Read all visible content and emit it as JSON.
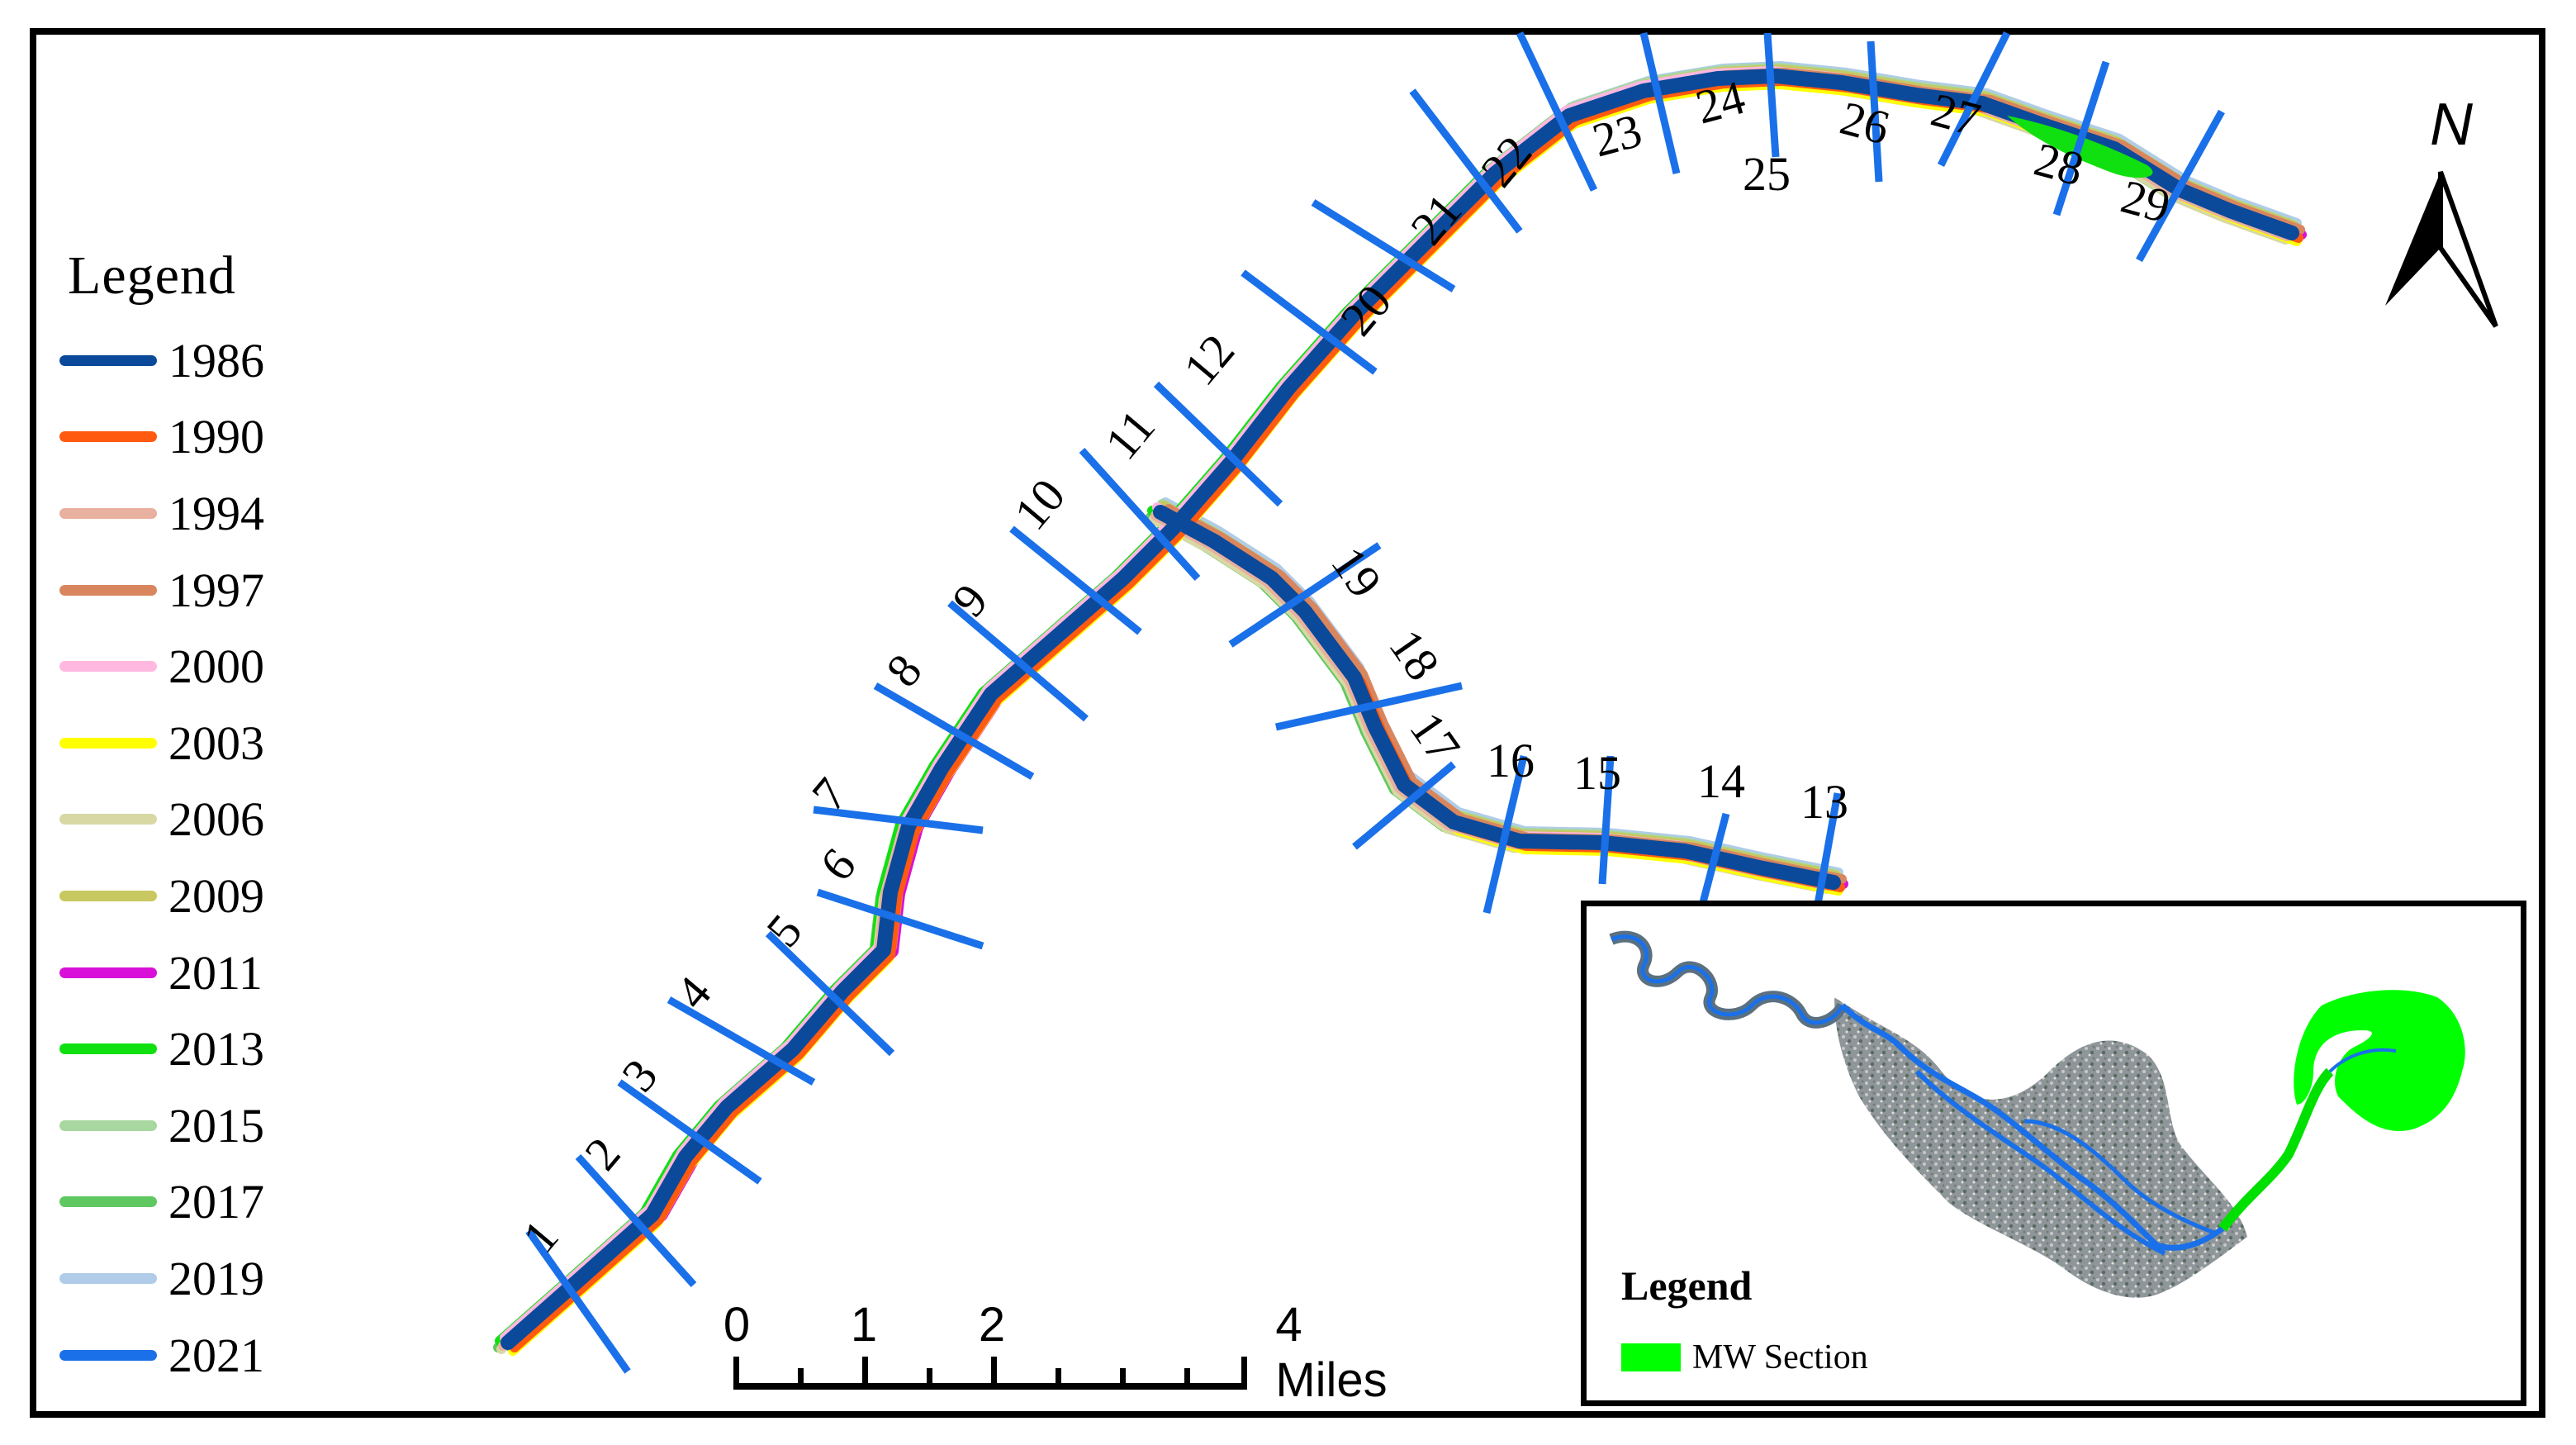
{
  "main_map": {
    "years": [
      "1986",
      "1990",
      "1994",
      "1997",
      "2000",
      "2003",
      "2006",
      "2009",
      "2011",
      "2013",
      "2015",
      "2017",
      "2019",
      "2021"
    ],
    "colors": {
      "1986": "#0b4a9a",
      "1990": "#ff5a10",
      "1994": "#e8b09e",
      "1997": "#d9865f",
      "2000": "#ffb8e0",
      "2003": "#ffff00",
      "2006": "#d8d8a4",
      "2009": "#c8c860",
      "2011": "#d810d8",
      "2013": "#10e010",
      "2015": "#a8d8a0",
      "2017": "#60c860",
      "2019": "#b0cce8",
      "2021": "#1a70e8"
    },
    "cross_sections": [
      "1",
      "2",
      "3",
      "4",
      "5",
      "6",
      "7",
      "8",
      "9",
      "10",
      "11",
      "12",
      "13",
      "14",
      "15",
      "16",
      "17",
      "18",
      "19",
      "20",
      "21",
      "22",
      "23",
      "24",
      "25",
      "26",
      "27",
      "28",
      "29"
    ]
  },
  "legend": {
    "title": "Legend",
    "items": [
      {
        "label": "1986",
        "color": "#0b4a9a"
      },
      {
        "label": "1990",
        "color": "#ff5a10"
      },
      {
        "label": "1994",
        "color": "#e8b09e"
      },
      {
        "label": "1997",
        "color": "#d9865f"
      },
      {
        "label": "2000",
        "color": "#ffb8e0"
      },
      {
        "label": "2003",
        "color": "#ffff00"
      },
      {
        "label": "2006",
        "color": "#d8d8a4"
      },
      {
        "label": "2009",
        "color": "#c8c860"
      },
      {
        "label": "2011",
        "color": "#d810d8"
      },
      {
        "label": "2013",
        "color": "#10e010"
      },
      {
        "label": "2015",
        "color": "#a8d8a0"
      },
      {
        "label": "2017",
        "color": "#60c860"
      },
      {
        "label": "2019",
        "color": "#b0cce8"
      },
      {
        "label": "2021",
        "color": "#1a70e8"
      }
    ]
  },
  "scale_bar": {
    "labels": [
      "0",
      "1",
      "2",
      "4 Miles"
    ]
  },
  "north_arrow": {
    "label": "N"
  },
  "inset": {
    "legend_title": "Legend",
    "legend_item_label": "MW Section",
    "legend_item_color": "#00ff00"
  }
}
